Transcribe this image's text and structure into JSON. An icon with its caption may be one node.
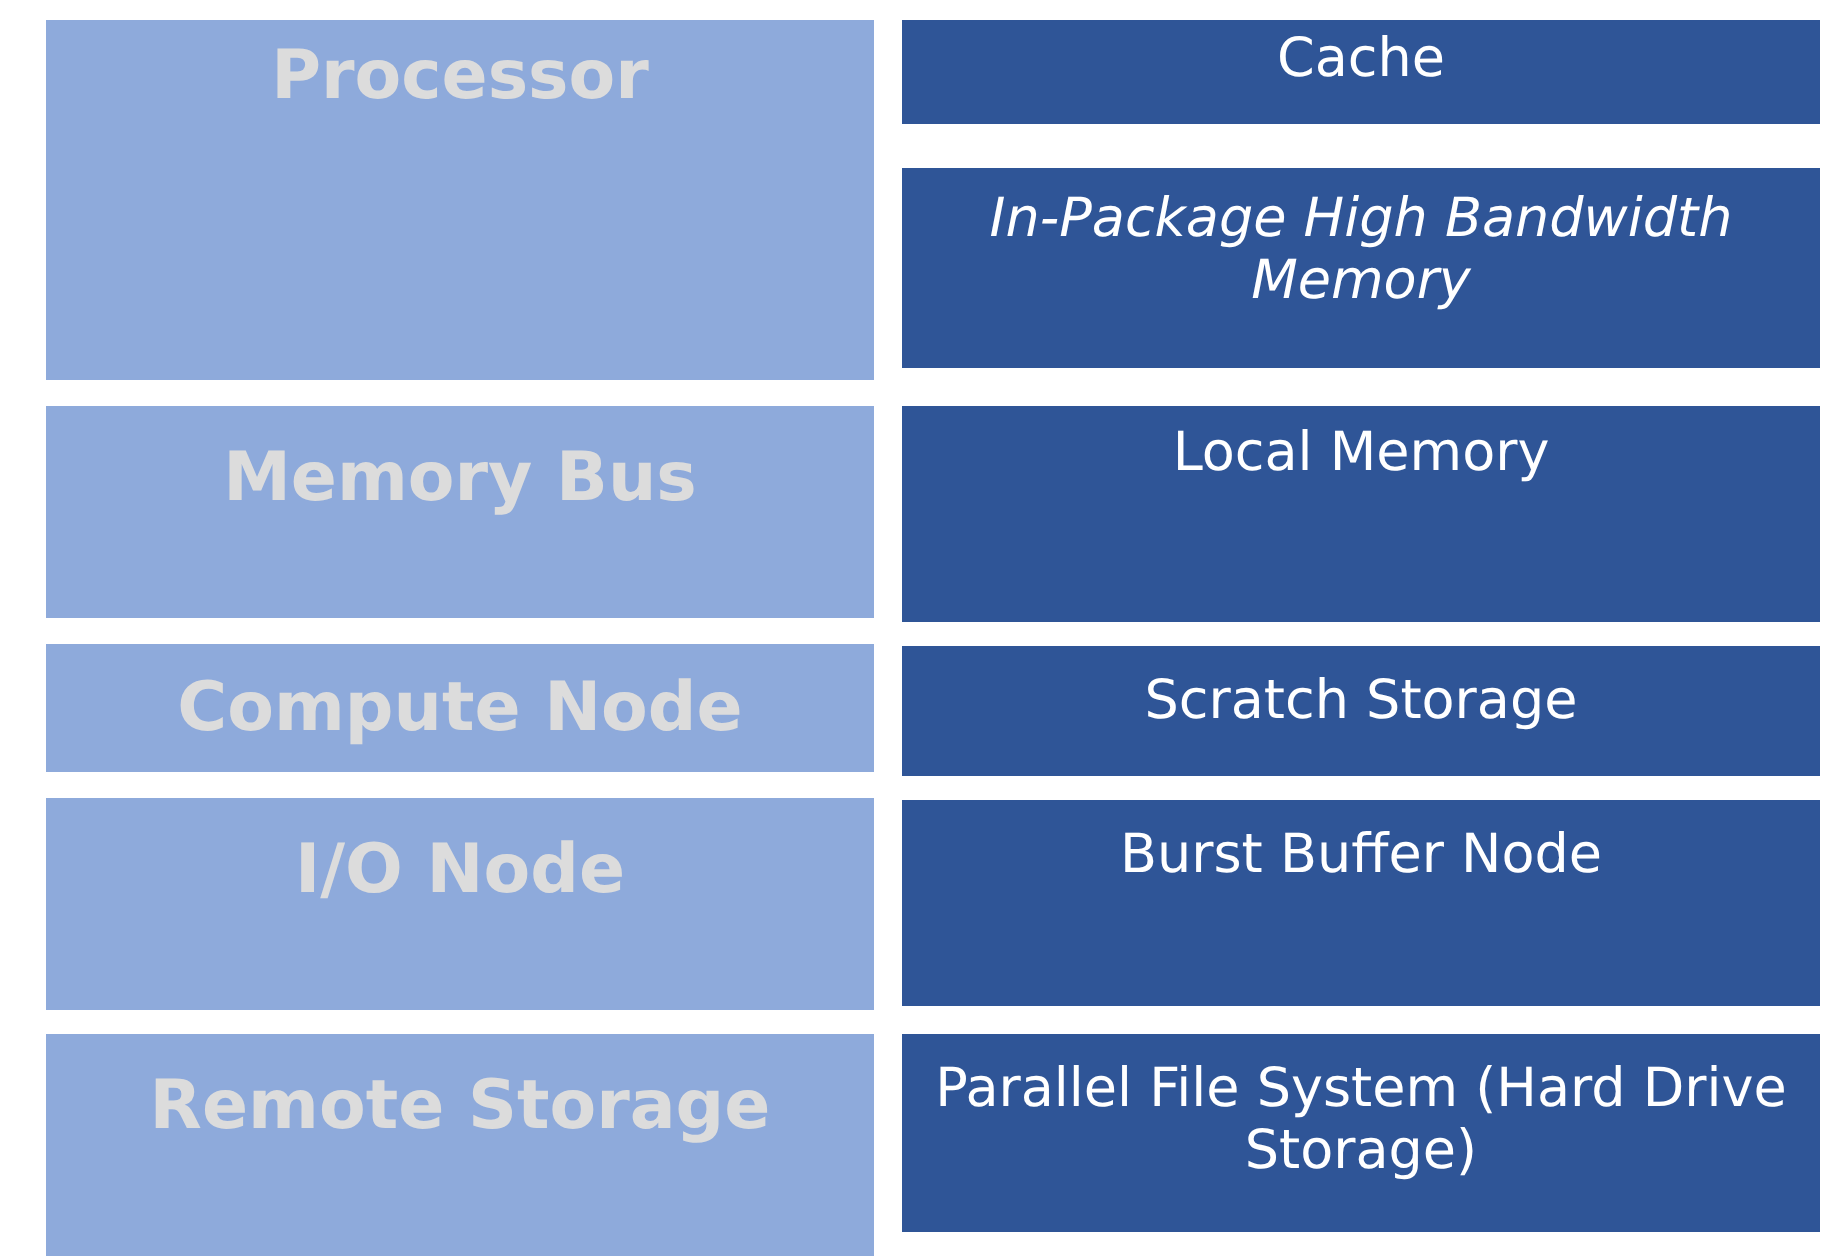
{
  "diagram": {
    "nodes": [
      {
        "text": [
          "Processor"
        ]
      },
      {
        "text": [
          "Cache"
        ]
      },
      {
        "text": [
          "In-Package High Bandwidth Memory"
        ]
      },
      {
        "text": [
          "Memory Bus"
        ]
      },
      {
        "text": [
          "Local Memory"
        ]
      },
      {
        "text": [
          "Compute Node"
        ]
      },
      {
        "text": [
          "Scratch Storage"
        ]
      },
      {
        "text": [
          "I/O Node"
        ]
      },
      {
        "text": [
          "Burst Buffer Node"
        ]
      },
      {
        "text": [
          "Remote Storage"
        ]
      },
      {
        "text": [
          "Parallel File System (Hard Drive Storage)"
        ]
      }
    ],
    "edges": []
  }
}
